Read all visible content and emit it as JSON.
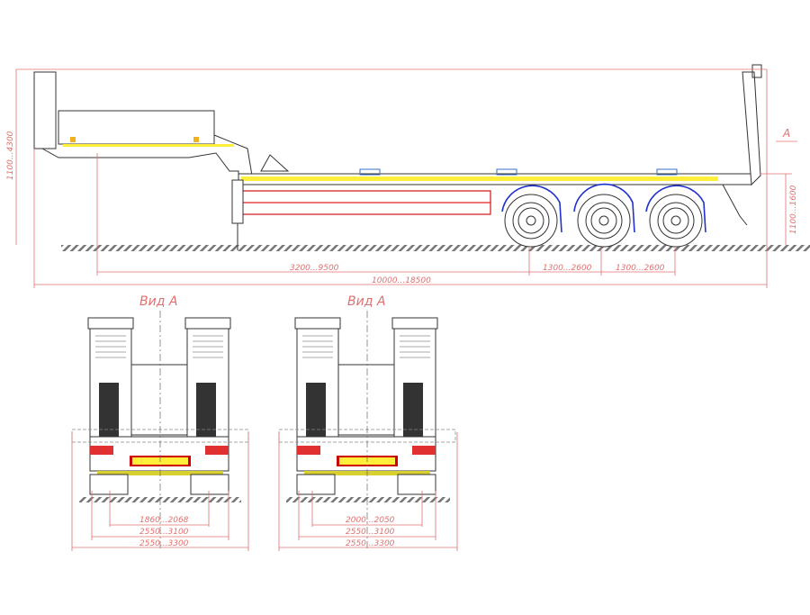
{
  "side_view": {
    "overall_height": "1100...4300",
    "deck_height": "1100...1600",
    "kingpin_to_axle": "3200...9500",
    "axle_spacing_1": "1300...2600",
    "axle_spacing_2": "1300...2600",
    "overall_length": "10000...18500",
    "view_marker": "A"
  },
  "rear_views": [
    {
      "title": "Вид А",
      "track": "1860...2068",
      "width_1": "2550...3100",
      "width_2": "2550...3300"
    },
    {
      "title": "Вид А",
      "track": "2000...2050",
      "width_1": "2550...3100",
      "width_2": "2550...3300"
    }
  ],
  "colors": {
    "dimension": "#e07070",
    "stripe": "#ffef3a",
    "frame_highlight": "#dd2222",
    "fender": "#2233cc"
  }
}
